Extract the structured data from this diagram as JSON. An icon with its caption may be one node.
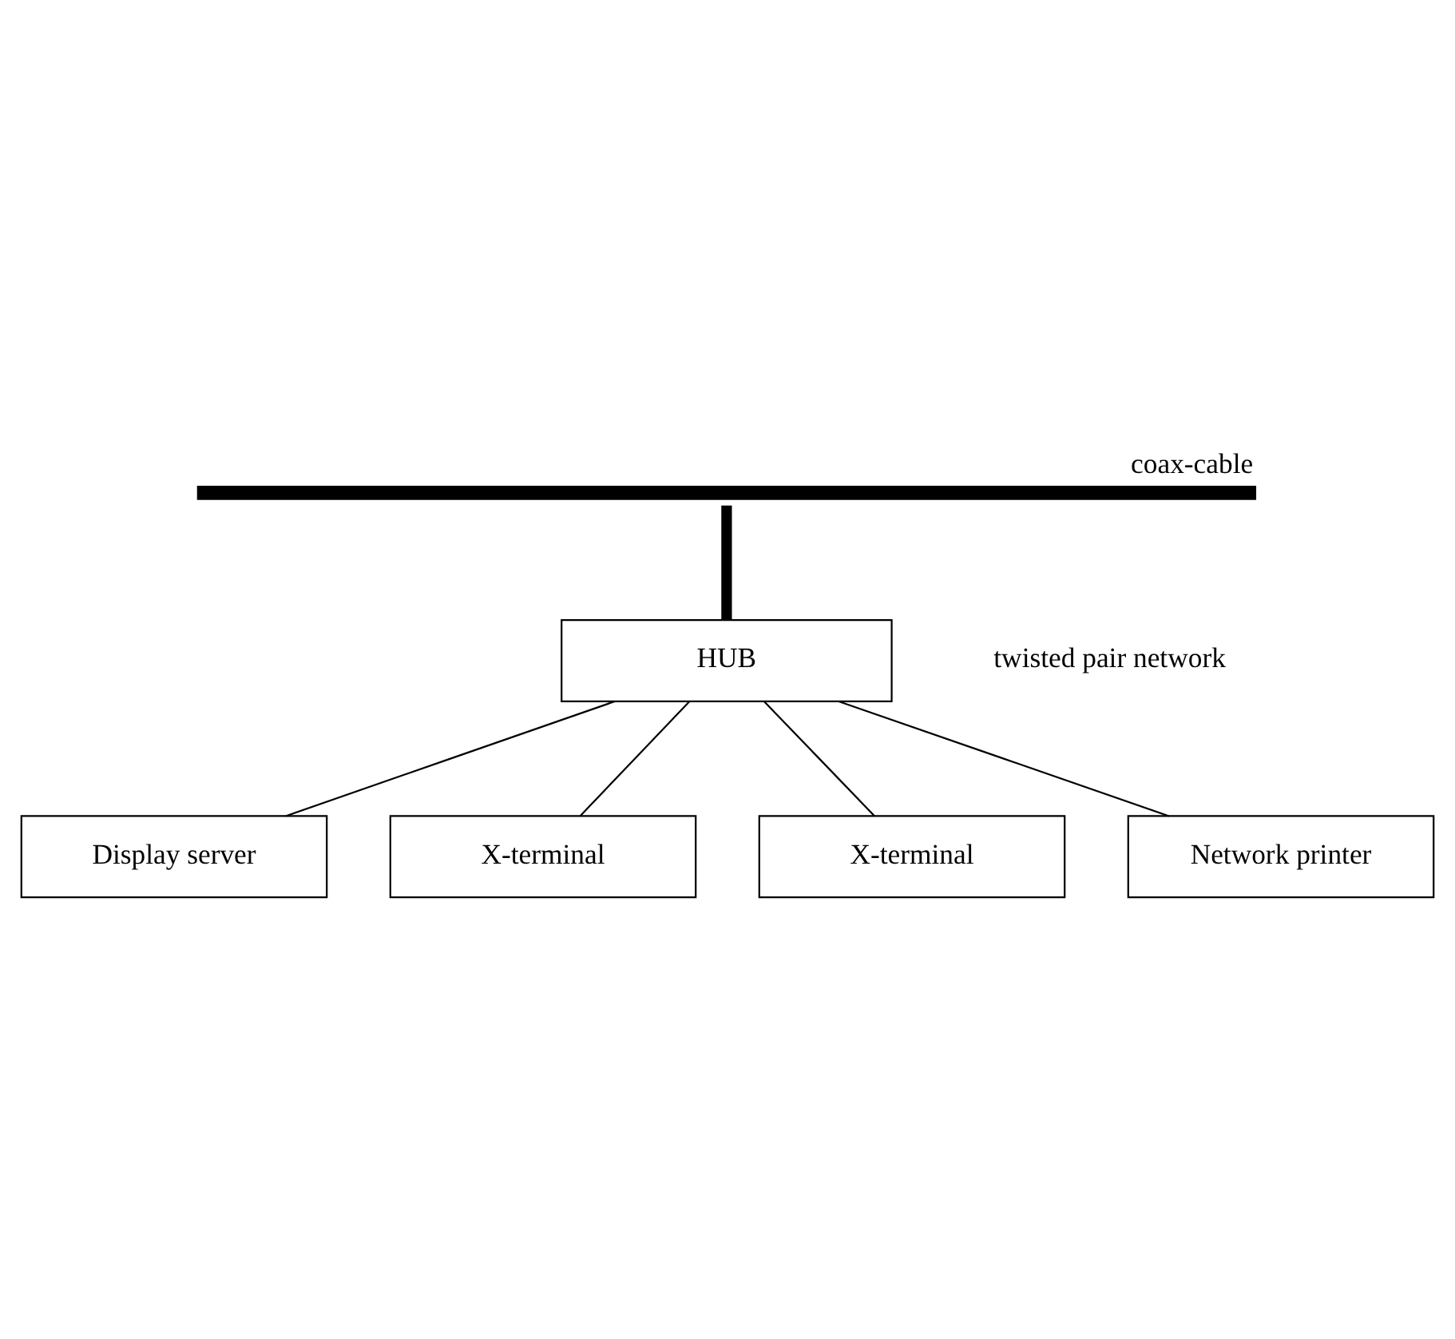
{
  "diagram": {
    "nodes": [
      {
        "text": [
          "coax-cable"
        ]
      },
      {
        "text": [
          "HUB"
        ]
      },
      {
        "text": [
          "Display server"
        ]
      },
      {
        "text": [
          "X-terminal"
        ]
      },
      {
        "text": [
          "X-terminal"
        ]
      },
      {
        "text": [
          "Network printer"
        ]
      }
    ],
    "edges": [
      {
        "from": 0,
        "to": 1,
        "arrow": "none",
        "style": "thick"
      },
      {
        "from": 1,
        "to": 5,
        "arrow": "none"
      },
      {
        "from": 1,
        "to": 4,
        "arrow": "none"
      },
      {
        "from": 1,
        "to": 3,
        "arrow": "none"
      },
      {
        "from": 1,
        "to": 2,
        "arrow": "none"
      }
    ],
    "labels": [
      "twisted pair network"
    ]
  }
}
